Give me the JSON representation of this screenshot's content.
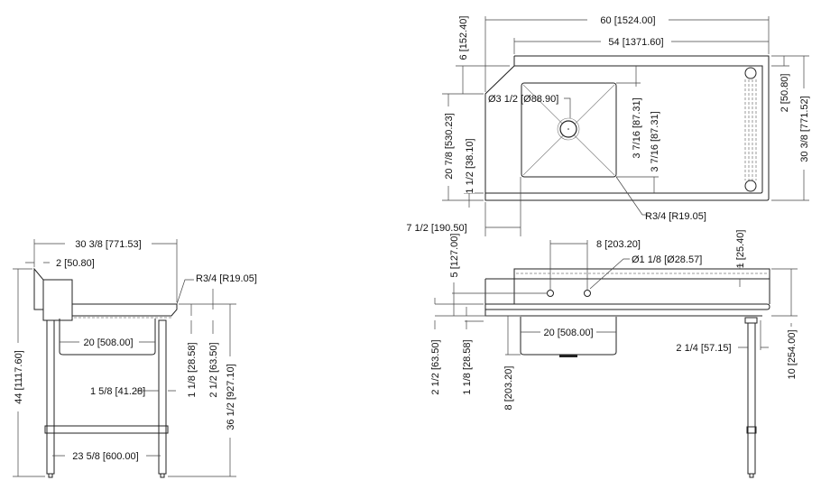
{
  "side": {
    "overall_depth": "30 3/8 [771.53]",
    "backsplash_offset": "2 [50.80]",
    "radius": "R3/4 [R19.05]",
    "overall_height": "44 [1117.60]",
    "work_height": "36 1/2 [927.10]",
    "edge_height": "2 1/2 [63.50]",
    "rim_height": "1 1/8 [28.58]",
    "leg_size": "1 5/8 [41.28]",
    "bowl_width": "20 [508.00]",
    "leg_spacing": "23 5/8 [600.00]"
  },
  "top": {
    "overall_length": "60 [1524.00]",
    "backsplash_length": "54 [1371.60]",
    "chamfer": "6 [152.40]",
    "front_to_back": "20 7/8 [530.23]",
    "front_edge": "1 1/2 [38.10]",
    "sink_offset": "7 1/2 [190.50]",
    "drain": "Ø3 1/2 [Ø88.90]",
    "bowl_back_gap": "3 7/16 [87.31]",
    "bowl_front_gap": "3 7/16 [87.31]",
    "backsplash_depth": "2 [50.80]",
    "overall_depth": "30 3/8 [771.52]",
    "corner_radius": "R3/4 [R19.05]"
  },
  "front": {
    "faucet_spacing": "8 [203.20]",
    "faucet_hole": "Ø1 1/8 [Ø28.57]",
    "top_rim": "1 [25.40]",
    "faucet_height": "5 [127.00]",
    "edge_height": "2 1/2 [63.50]",
    "rim_height": "1 1/8 [28.58]",
    "bowl_width": "20 [508.00]",
    "bowl_depth": "8 [203.20]",
    "leg_setback": "2 1/4 [57.15]",
    "backsplash_height": "10 [254.00]"
  }
}
